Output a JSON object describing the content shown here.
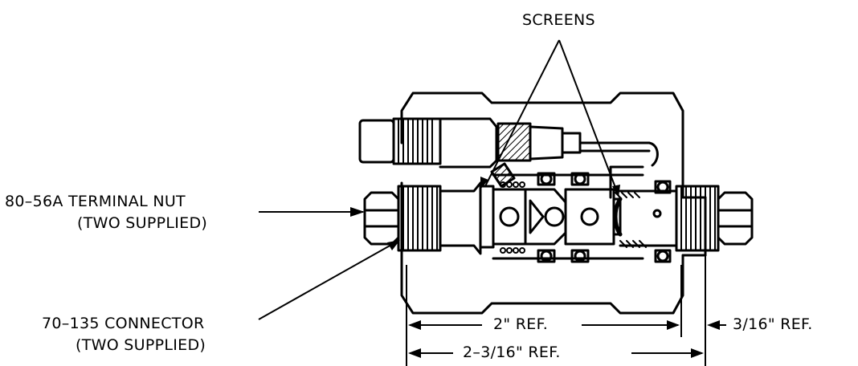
{
  "callouts": {
    "screens": "SCREENS",
    "terminal_nut": {
      "part": "80–56A TERMINAL NUT",
      "qty": "(TWO SUPPLIED)"
    },
    "connector": {
      "part": "70–135 CONNECTOR",
      "qty": "(TWO SUPPLIED)"
    }
  },
  "dimensions": {
    "body_length": "2\" REF.",
    "offset": "3/16\" REF.",
    "overall_length": "2–3/16\" REF."
  }
}
